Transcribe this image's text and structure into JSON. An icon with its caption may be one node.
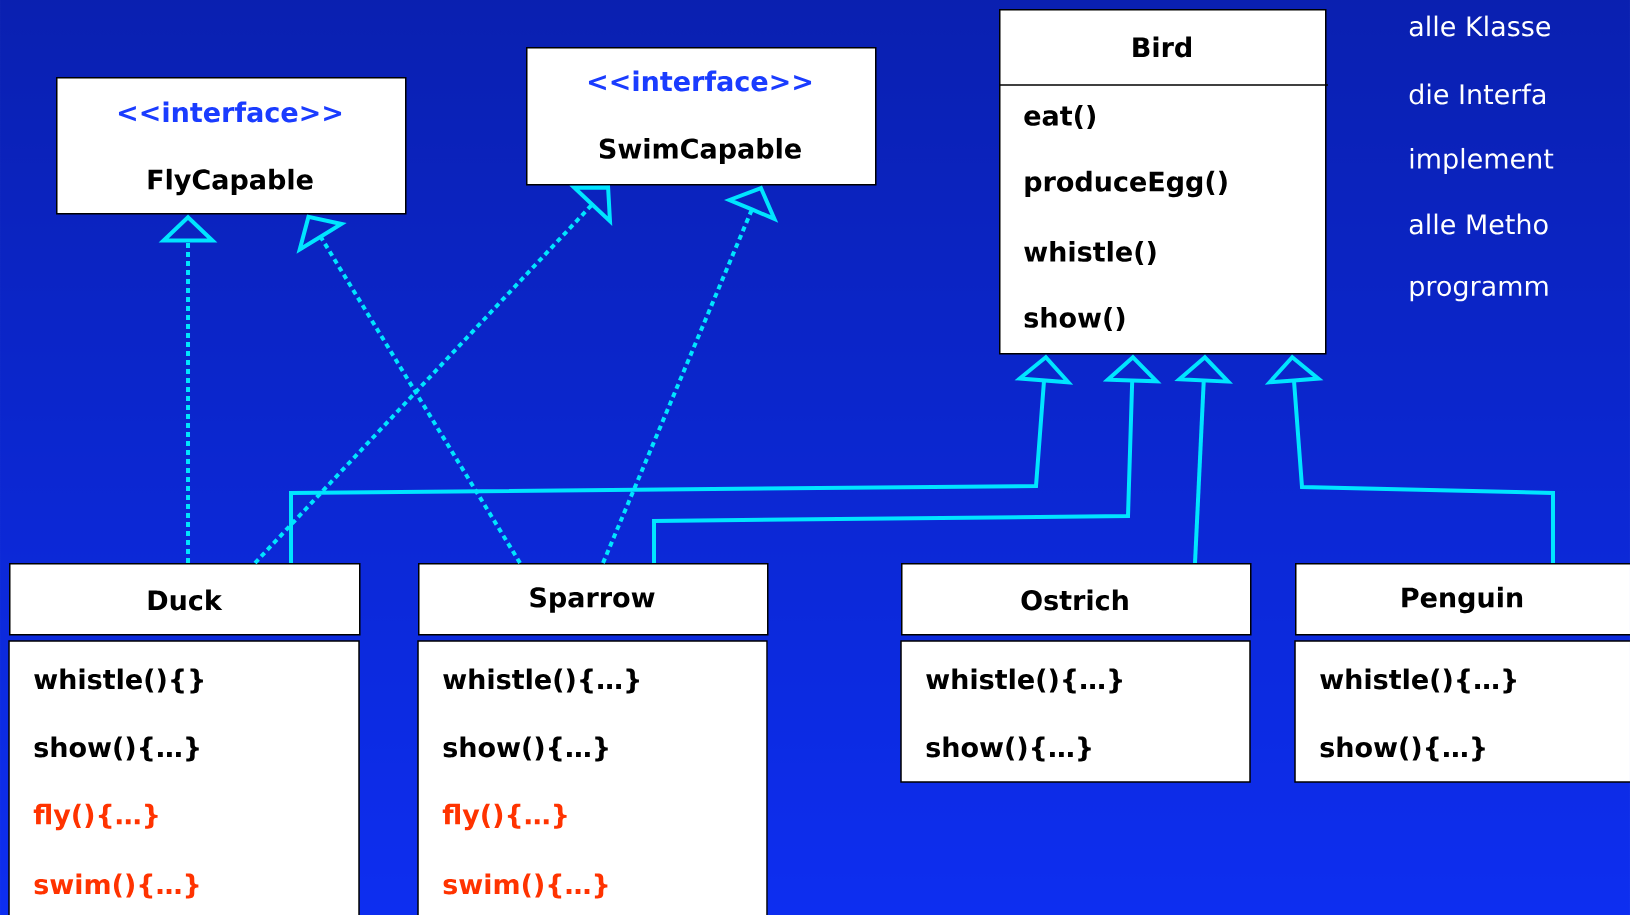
{
  "diagram": {
    "nodes": [
      {
        "text": [
          "<<interface>>",
          "FlyCapable"
        ]
      },
      {
        "text": [
          "<<interface>>",
          "SwimCapable"
        ]
      },
      {
        "text": [
          "Bird",
          "eat()",
          "produceEgg()",
          "whistle()",
          "show()"
        ]
      },
      {
        "text": [
          "Duck",
          "whistle(){}",
          "show(){…}",
          "fly(){…}",
          "swim(){…}"
        ]
      },
      {
        "text": [
          "Sparrow",
          "whistle(){…}",
          "show(){…}",
          "fly(){…}",
          "swim(){…}"
        ]
      },
      {
        "text": [
          "Ostrich",
          "whistle(){…}",
          "show(){…}"
        ]
      },
      {
        "text": [
          "Penguin",
          "whistle(){…}",
          "show(){…}"
        ]
      }
    ],
    "edges": [
      {
        "from": 3,
        "to": 0,
        "arrow": "to",
        "style": "dashed"
      },
      {
        "from": 3,
        "to": 1,
        "arrow": "to",
        "style": "dashed"
      },
      {
        "from": 4,
        "to": 0,
        "arrow": "to",
        "style": "dashed"
      },
      {
        "from": 4,
        "to": 1,
        "arrow": "to",
        "style": "dashed"
      },
      {
        "from": 3,
        "to": 2,
        "arrow": "to"
      },
      {
        "from": 4,
        "to": 2,
        "arrow": "to"
      },
      {
        "from": 5,
        "to": 2,
        "arrow": "to"
      },
      {
        "from": 6,
        "to": 2,
        "arrow": "to"
      }
    ],
    "labels": [
      "alle Klasse",
      "die Interfa",
      "implement",
      "alle Metho",
      "programm"
    ]
  }
}
